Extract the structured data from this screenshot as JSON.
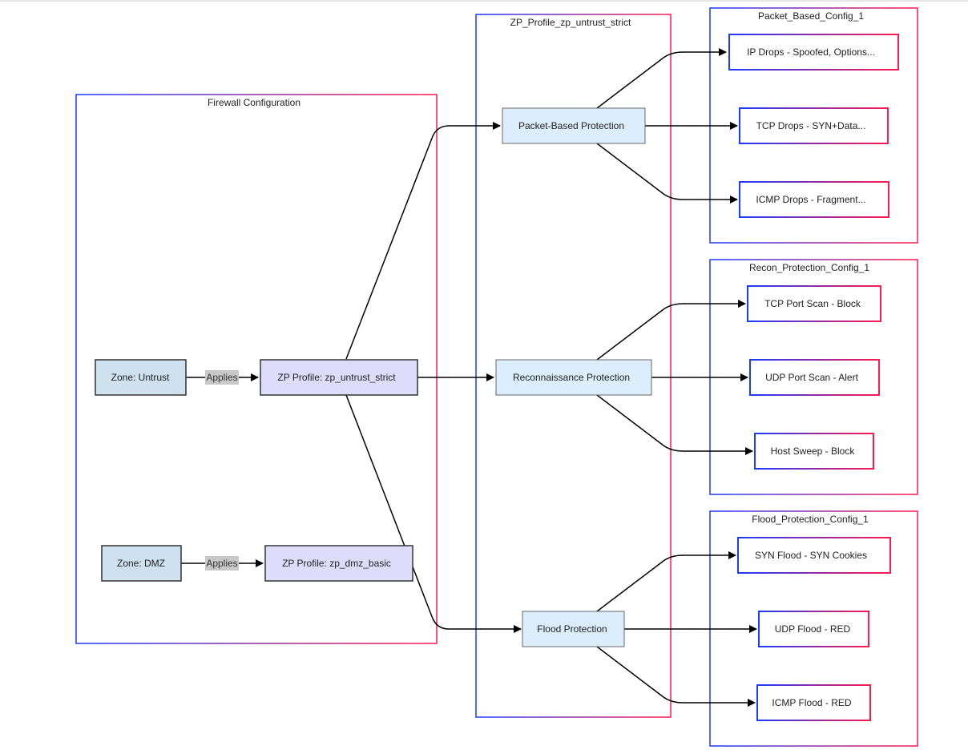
{
  "diagram": {
    "colors": {
      "cluster_border_start": "#1a3cff",
      "cluster_border_end": "#ff1a4f",
      "zone_fill": "#cfe0ee",
      "profile_fill": "#ddddfb",
      "protection_fill": "#dcedfb",
      "detail_fill": "#ffffff",
      "edge_label_bg": "#c8c8c8",
      "edge": "#000000"
    },
    "clusters": {
      "firewall": "Firewall Configuration",
      "profile": "ZP_Profile_zp_untrust_strict",
      "packet": "Packet_Based_Config_1",
      "recon": "Recon_Protection_Config_1",
      "flood": "Flood_Protection_Config_1"
    },
    "nodes": {
      "zone_untrust": "Zone: Untrust",
      "zp_untrust": "ZP Profile: zp_untrust_strict",
      "zone_dmz": "Zone: DMZ",
      "zp_dmz": "ZP Profile: zp_dmz_basic",
      "packet_based": "Packet-Based Protection",
      "recon": "Reconnaissance Protection",
      "flood": "Flood Protection",
      "ip_drops": "IP Drops - Spoofed, Options...",
      "tcp_drops": "TCP Drops - SYN+Data...",
      "icmp_drops": "ICMP Drops - Fragment...",
      "tcp_scan": "TCP Port Scan - Block",
      "udp_scan": "UDP Port Scan - Alert",
      "host_sweep": "Host Sweep - Block",
      "syn_flood": "SYN Flood - SYN Cookies",
      "udp_flood": "UDP Flood - RED",
      "icmp_flood": "ICMP Flood - RED"
    },
    "edge_labels": {
      "applies_untrust": "Applies",
      "applies_dmz": "Applies"
    }
  }
}
